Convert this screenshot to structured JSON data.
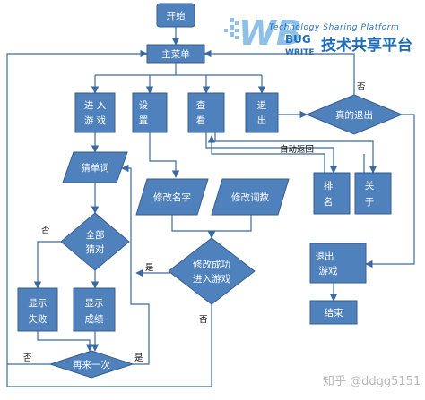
{
  "logo": {
    "initials": "WB",
    "tagline": "Technology Sharing Platform",
    "bug": "BUG",
    "write": "WRITE",
    "cn_name": "技术共享平台"
  },
  "nodes": {
    "start": "开始",
    "main_menu": "主菜单",
    "enter_game": [
      "进 入",
      "游 戏"
    ],
    "settings": [
      "设",
      "置"
    ],
    "view": [
      "查",
      "看"
    ],
    "exit": [
      "退",
      "出"
    ],
    "really_exit": "真的退出",
    "auto_return": "自动返回",
    "guess_word": "猜单词",
    "edit_name": "修改名字",
    "edit_words": "修改词数",
    "all_correct": [
      "全部",
      "猜对"
    ],
    "rank": [
      "排",
      "名"
    ],
    "about": [
      "关",
      "于"
    ],
    "edit_success": [
      "修改成功",
      "进入游戏"
    ],
    "exit_game": [
      "退出",
      "游戏"
    ],
    "show_fail": [
      "显示",
      "失败"
    ],
    "show_score": [
      "显示",
      "成绩"
    ],
    "end": "结束",
    "play_again": "再来一次"
  },
  "edge_labels": {
    "really_exit_no": "否",
    "all_correct_no": "否",
    "edit_success_yes": "是",
    "edit_success_no": "否",
    "play_again_no": "否",
    "play_again_yes": "是"
  },
  "watermark": "知乎 @ddgg5151",
  "colors": {
    "box_fill": "#4f81bd",
    "box_stroke": "#385d8a",
    "arrow": "#3b6aa0",
    "logo_blue": "#1f6fb8",
    "logo_light": "#8ec0e8"
  }
}
